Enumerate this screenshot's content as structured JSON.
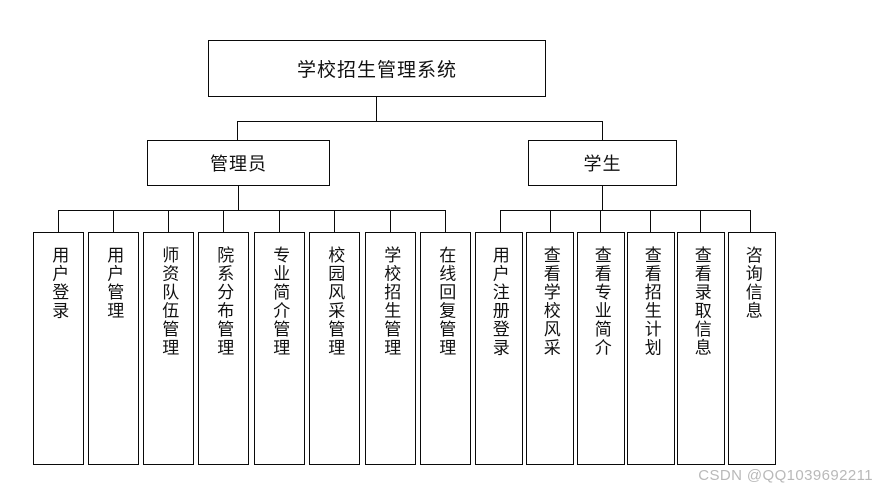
{
  "diagram": {
    "title": "学校招生管理系统",
    "type": "tree",
    "root": {
      "label": "学校招生管理系统"
    },
    "branches": [
      {
        "label": "管理员",
        "children": [
          {
            "label": "用户登录"
          },
          {
            "label": "用户管理"
          },
          {
            "label": "师资队伍管理"
          },
          {
            "label": "院系分布管理"
          },
          {
            "label": "专业简介管理"
          },
          {
            "label": "校园风采管理"
          },
          {
            "label": "学校招生管理"
          },
          {
            "label": "在线回复管理"
          }
        ]
      },
      {
        "label": "学生",
        "children": [
          {
            "label": "用户注册登录"
          },
          {
            "label": "查看学校风采"
          },
          {
            "label": "查看专业简介"
          },
          {
            "label": "查看招生计划"
          },
          {
            "label": "查看录取信息"
          },
          {
            "label": "咨询信息"
          }
        ]
      }
    ]
  },
  "watermark": {
    "text": "CSDN @QQ1039692211"
  },
  "colors": {
    "stroke": "#0a0a0a",
    "background": "#ffffff",
    "text": "#111111",
    "watermark": "#b9b9b9"
  }
}
